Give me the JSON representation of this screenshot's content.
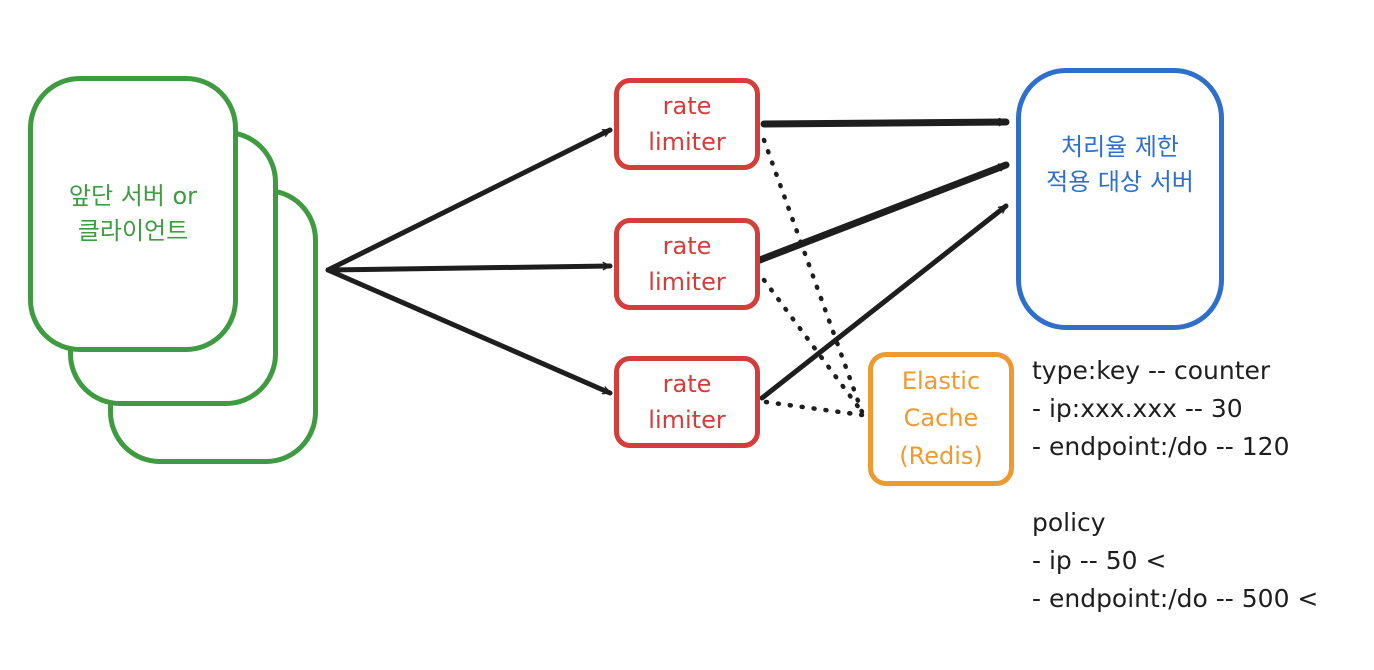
{
  "client": {
    "label": "앞단 서버 or\n클라이언트"
  },
  "limiters": [
    {
      "label": "rate\nlimiter"
    },
    {
      "label": "rate\nlimiter"
    },
    {
      "label": "rate\nlimiter"
    }
  ],
  "server": {
    "label": "처리율 제한\n적용 대상 서버"
  },
  "cache": {
    "label": "Elastic\nCache\n(Redis)"
  },
  "notes": {
    "counter_header": "type:key -- counter",
    "counter_lines": [
      "- ip:xxx.xxx -- 30",
      "- endpoint:/do -- 120"
    ],
    "policy_header": "policy",
    "policy_lines": [
      "- ip -- 50 <",
      "- endpoint:/do -- 500 <"
    ]
  },
  "colors": {
    "client": "#3f9b3f",
    "limiter": "#d43d3a",
    "server": "#2f6fcc",
    "cache": "#ee9a2e",
    "arrow": "#1e1e1e"
  }
}
